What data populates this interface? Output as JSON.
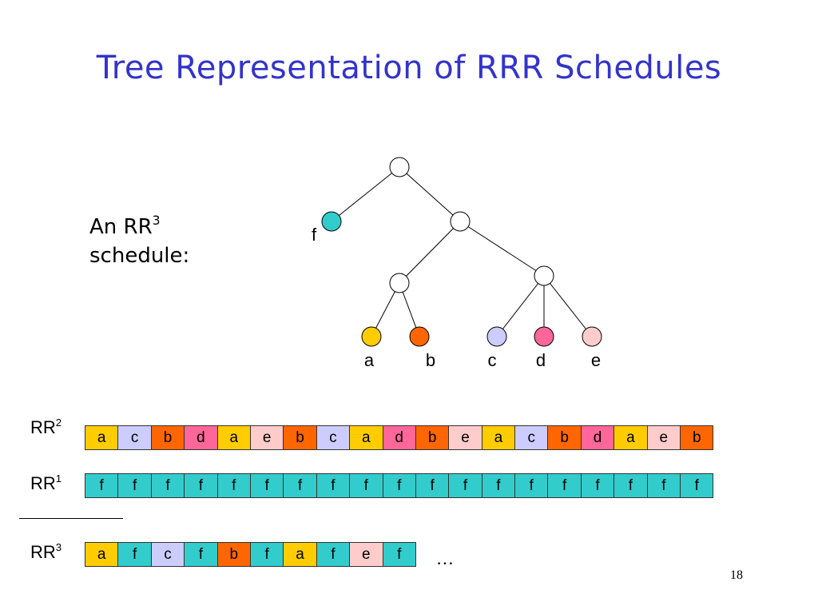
{
  "title": "Tree Representation of RRR Schedules",
  "caption": {
    "line1": "An RR",
    "line1_sup": "3",
    "line2": "schedule:"
  },
  "colors": {
    "a": "#ffcc00",
    "b": "#ff6600",
    "c": "#ccccff",
    "d": "#ff6699",
    "e": "#ffcccc",
    "f": "#33cccc",
    "empty": "#ffffff"
  },
  "tree": {
    "leaf_labels": [
      "f",
      "a",
      "b",
      "c",
      "d",
      "e"
    ]
  },
  "rows": [
    {
      "name": "RR",
      "sup": "2",
      "cells": [
        "a",
        "c",
        "b",
        "d",
        "a",
        "e",
        "b",
        "c",
        "a",
        "d",
        "b",
        "e",
        "a",
        "c",
        "b",
        "d",
        "a",
        "e",
        "b"
      ]
    },
    {
      "name": "RR",
      "sup": "1",
      "cells": [
        "f",
        "f",
        "f",
        "f",
        "f",
        "f",
        "f",
        "f",
        "f",
        "f",
        "f",
        "f",
        "f",
        "f",
        "f",
        "f",
        "f",
        "f",
        "f"
      ]
    },
    {
      "name": "RR",
      "sup": "3",
      "cells": [
        "a",
        "f",
        "c",
        "f",
        "b",
        "f",
        "a",
        "f",
        "e",
        "f"
      ]
    }
  ],
  "ellipsis": "…",
  "page_number": "18"
}
